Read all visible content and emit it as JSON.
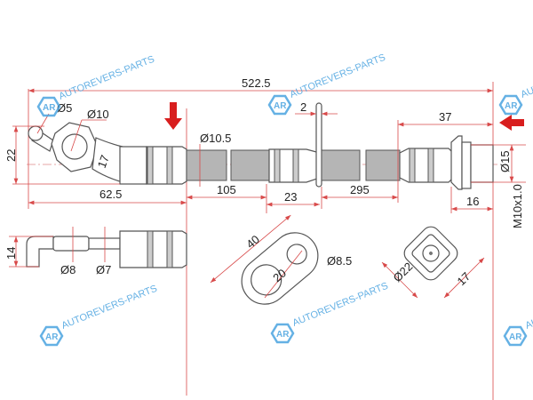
{
  "watermark": {
    "logo": "AR",
    "text": "AUTOREVERS-PARTS"
  },
  "dimensions": {
    "overall_length": "522.5",
    "banjo_hole": "Ø5",
    "banjo_bore": "Ø10",
    "banjo_height": "22",
    "banjo_width": "17",
    "banjo_to_fitting": "62.5",
    "hose_diameter": "Ø10.5",
    "hose_seg1": "105",
    "bracket_offset": "23",
    "hose_seg2": "295",
    "bracket_thickness": "2",
    "end_fitting_length": "37",
    "end_diameter": "Ø15",
    "end_nut_length": "16",
    "thread": "M10x1.0",
    "elbow_height": "14",
    "elbow_d1": "Ø8",
    "elbow_d2": "Ø7",
    "bracket_length": "40",
    "bracket_hole_spacing": "20",
    "bracket_hole": "Ø8.5",
    "nut_diameter": "Ø22",
    "nut_width": "17"
  },
  "colors": {
    "arrow": "#d81e1e",
    "dimension": "#d84a4a",
    "watermark": "#4aa3e0"
  }
}
